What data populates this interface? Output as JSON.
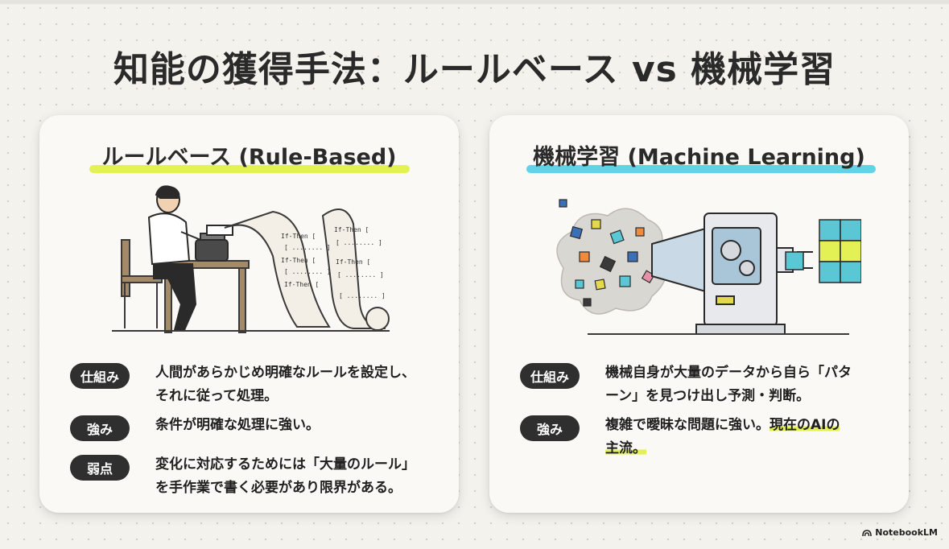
{
  "title": "知能の獲得手法：ルールベース vs 機械学習",
  "left": {
    "title": "ルールベース (Rule-Based)",
    "scroll_lines": [
      "If-Then [",
      "[ ........ ]",
      "If-Then [",
      "[ ........ ]",
      "If-Then [",
      "[ ........ ]",
      "If-Then [",
      "[ ........ ]",
      "If-Then [",
      "[ ........ ]"
    ],
    "rows": [
      {
        "label": "仕組み",
        "text_line1": "人間があらかじめ明確なルールを設定し、",
        "text_line2": "それに従って処理。"
      },
      {
        "label": "強み",
        "text_line1": "条件が明確な処理に強い。",
        "text_line2": ""
      },
      {
        "label": "弱点",
        "text_line1": "変化に対応するためには「大量のルール」",
        "text_line2": "を手作業で書く必要があり限界がある。"
      }
    ]
  },
  "right": {
    "title": "機械学習 (Machine Learning)",
    "rows": [
      {
        "label": "仕組み",
        "text_line1": "機械自身が大量のデータから自ら「パタ",
        "text_line2": "ーン」を見つけ出し予測・判断。"
      },
      {
        "label": "強み",
        "text_plain": "複雑で曖昧な問題に強い。",
        "text_highlight1": "現在のAIの",
        "text_highlight2": "主流。"
      }
    ]
  },
  "brand": "NotebookLM",
  "colors": {
    "accent_yellow": "#e3f154",
    "accent_cyan": "#5fd3e8",
    "pill": "#2f2f2f"
  }
}
